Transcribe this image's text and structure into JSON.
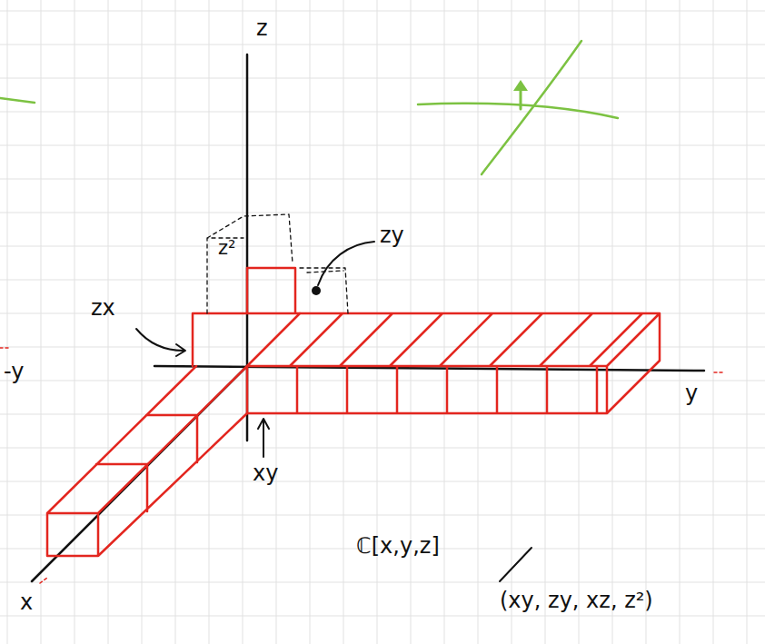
{
  "diagram": {
    "labels": [
      "z",
      "-y",
      "y",
      "x",
      "z²",
      "zy",
      "zx",
      "xy",
      "ℂ[x,y,z]",
      "(xy, zy, xz, z²)"
    ]
  }
}
